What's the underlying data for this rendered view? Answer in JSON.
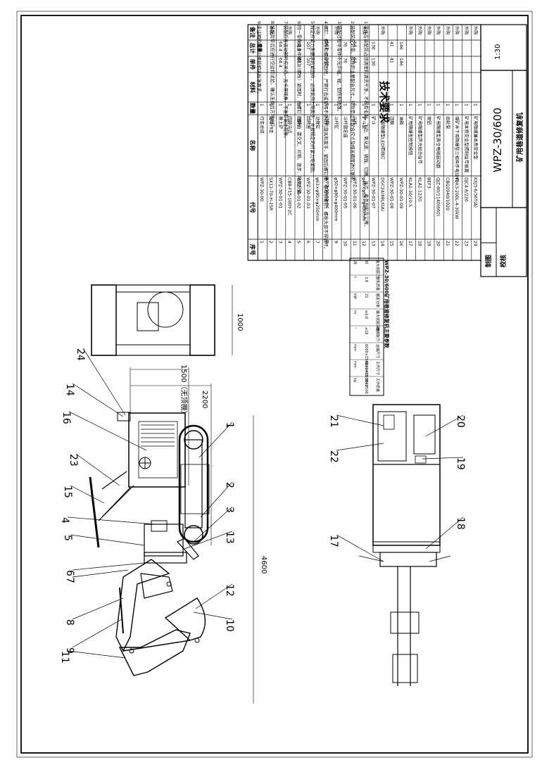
{
  "drawing": {
    "title": "WPZ-30/600",
    "subtitle": "矿用巷道修复机",
    "scale": "1:30",
    "roles": [
      "制图",
      "校核"
    ]
  },
  "tech_requirements": {
    "heading": "技术要求",
    "items": [
      "1.零件在装配前必须清理和清洗干净，不得有毛刺、飞边、氧化皮、锈蚀、切屑、油污、着色剂和灰尘等。",
      "2.装配前应对零、部件的主要配合尺寸，特别是过盈配合尺寸及相关精度进行复查。",
      "3.装配过程中零件不允许磕、碰、划伤和锈蚀。",
      "4.螺钉、螺栓和螺母紧固时，严禁打击或使用不合适的旋具和扳手，紧固后螺钉槽、螺母和螺钉、螺栓头部不得损坏。",
      "5.规定拧紧力矩要求的紧固件，必须采用力矩扳手，并按规定的拧紧力矩紧固。",
      "6.同一零件用多件螺钉（螺栓）紧固时，各螺钉（螺栓）需交叉、对称、逐步、均匀拧紧。",
      "7.装配后各运动部件应灵活，无卡滞现象，不准有漏油现象。",
      "8.装配完毕后应进行空运转试验，确认无误后方可出厂。",
      "9.未注明的配合公差按相关标准要求。"
    ]
  },
  "part_view_dims": {
    "overall_length": "4600",
    "width_label": "1500（无顶棚）",
    "cab_height": "2200",
    "rear_width": "1000"
  },
  "balloons": {
    "elevation": [
      "24",
      "14",
      "16",
      "23",
      "15",
      "4",
      "5",
      "6",
      "7",
      "8",
      "9",
      "11",
      "10",
      "12",
      "13",
      "3",
      "2",
      "1"
    ],
    "plan": [
      "21",
      "22",
      "20",
      "19",
      "18",
      "17"
    ]
  },
  "params_table": {
    "title": "WPZ-30/600矿用巷道修复机主要参数",
    "rows": [
      [
        "最大挖掘力",
        "30",
        "kN"
      ],
      [
        "整机质量",
        "3.8",
        "t"
      ],
      [
        "额定功率",
        "22",
        "kW"
      ],
      [
        "最大挖掘深度",
        "≥0.6",
        "m"
      ],
      [
        "爬坡能力",
        "≤16",
        "°"
      ],
      [
        "运输尺寸",
        "6000×1500×2400",
        "mm"
      ],
      [
        "工作尺寸",
        "6000×1500×2500",
        "mm"
      ],
      [
        "工作质量",
        "3800",
        "kg"
      ]
    ]
  },
  "bom": {
    "headers": [
      "序号",
      "代号",
      "名称",
      "数量",
      "材料",
      "单件",
      "总计",
      "备注"
    ],
    "weight_header": "重量",
    "rows": [
      [
        "24",
        "KXJ3-6/36T(A)",
        "矿用隔爆兼本质安全型",
        "1",
        "",
        "",
        "",
        "外购"
      ],
      [
        "23",
        "DJC4.8/220",
        "矿用本质安全型照明信号装置",
        "1",
        "",
        "",
        "",
        "外购"
      ],
      [
        "22",
        "YBK3-200L-4-30kW",
        "煤矿井下用隔爆型三相异步电动机",
        "1",
        "",
        "",
        "",
        "外购"
      ],
      [
        "21",
        "CBQ2040/1020",
        "齿轮泵",
        "1",
        "",
        "",
        "",
        "外购"
      ],
      [
        "20",
        "QJZ-80/1140(660)",
        "矿用隔爆型真空电磁起动器",
        "1",
        "",
        "",
        "",
        "外购"
      ],
      [
        "19",
        "BEF3",
        "按钮",
        "1",
        "",
        "",
        "",
        "外购"
      ],
      [
        "18",
        "KLA1-127G",
        "矿用隔爆型声光组合信号",
        "1",
        "",
        "",
        "",
        "外购"
      ],
      [
        "17",
        "KLA1-30/10-S",
        "矿用隔爆型控制按钮",
        "1",
        "",
        "",
        "",
        "外购"
      ],
      [
        "16",
        "WPZ-30-01-09",
        "油箱",
        "1",
        "",
        "146",
        "146",
        ""
      ],
      [
        "15",
        "WPZ-30-01-08",
        "顶棚",
        "1",
        "",
        "41",
        "41",
        ""
      ],
      [
        "14",
        "DGC24/48LX(A)",
        "矿用隔爆型LED照明灯",
        "3",
        "",
        "",
        "",
        "外购"
      ],
      [
        "13",
        "WPZ-30-01-07",
        "铲斗",
        "1",
        "",
        "130",
        "130",
        ""
      ],
      [
        "12",
        "φ40×φ63×φ400mm",
        "铲斗缸",
        "1",
        "",
        "",
        "",
        "外购"
      ],
      [
        "11",
        "WPZ-30-01-06",
        "斗杆",
        "1",
        "",
        "64",
        "64",
        ""
      ],
      [
        "10",
        "WPZ-30-01-05",
        "斗杆固定座",
        "1",
        "",
        "76",
        "76",
        ""
      ],
      [
        "9",
        "φ50×φ80×φ400mm",
        "斗杆缸",
        "1",
        "",
        "",
        "",
        "外购"
      ],
      [
        "8",
        "WPZ-30-01-04",
        "动臂",
        "1",
        "",
        "162",
        "162",
        ""
      ],
      [
        "7",
        "φ63×φ90×φ250mm",
        "动臂缸",
        "1",
        "",
        "",
        "",
        "外购"
      ],
      [
        "6",
        "WPZ-30-01-03",
        "回转座",
        "1",
        "",
        "107",
        "107",
        ""
      ],
      [
        "5",
        "WPZ-30-01-02",
        "回转台",
        "1",
        "",
        "68.8",
        "68.8",
        ""
      ],
      [
        "4",
        "CBB-F15-100Y-2C",
        "回转马达",
        "1",
        "",
        "",
        "",
        "外购"
      ],
      [
        "3",
        "WPZ-30-01-01",
        "推土铲",
        "1",
        "",
        "64.4",
        "64.4",
        ""
      ],
      [
        "2",
        "SX12-70-H-25R",
        "履带行走",
        "1",
        "",
        "",
        "",
        "外购"
      ],
      [
        "1",
        "WPZ-30-00",
        "行走总成",
        "1",
        "",
        "",
        "",
        ""
      ]
    ]
  },
  "colors": {
    "ink": "#000000",
    "paper": "#ffffff"
  }
}
